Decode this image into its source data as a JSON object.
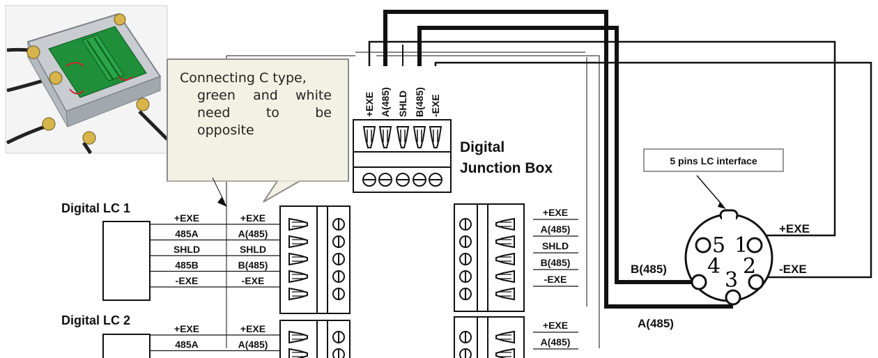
{
  "callout": {
    "line1": "Connecting C type,",
    "line2": "green and white",
    "line3": "need     to     be",
    "line4": "opposite"
  },
  "junction_box": {
    "title_line1": "Digital",
    "title_line2": "Junction Box",
    "top_pins": [
      "+EXE",
      "A(485)",
      "SHLD",
      "B(485)",
      "-EXE"
    ]
  },
  "lc_interface": {
    "label": "5 pins LC interface",
    "pin_numbers": [
      "5",
      "1",
      "4",
      "3",
      "2"
    ],
    "outer_labels": {
      "plus_exe": "+EXE",
      "minus_exe": "-EXE",
      "b485": "B(485)",
      "a485": "A(485)"
    }
  },
  "load_cells": [
    {
      "name": "Digital LC 1",
      "wire_labels": [
        "+EXE",
        "485A",
        "SHLD",
        "485B",
        "-EXE"
      ],
      "terminal_labels": [
        "+EXE",
        "A(485)",
        "SHLD",
        "B(485)",
        "-EXE"
      ]
    },
    {
      "name": "Digital LC 2",
      "wire_labels": [
        "+EXE",
        "485A"
      ],
      "terminal_labels": [
        "+EXE",
        "A(485)"
      ]
    }
  ],
  "right_terminal_labels": {
    "block1": [
      "+EXE",
      "A(485)",
      "SHLD",
      "B(485)",
      "-EXE"
    ],
    "block2": [
      "+EXE",
      "A(485)"
    ]
  }
}
